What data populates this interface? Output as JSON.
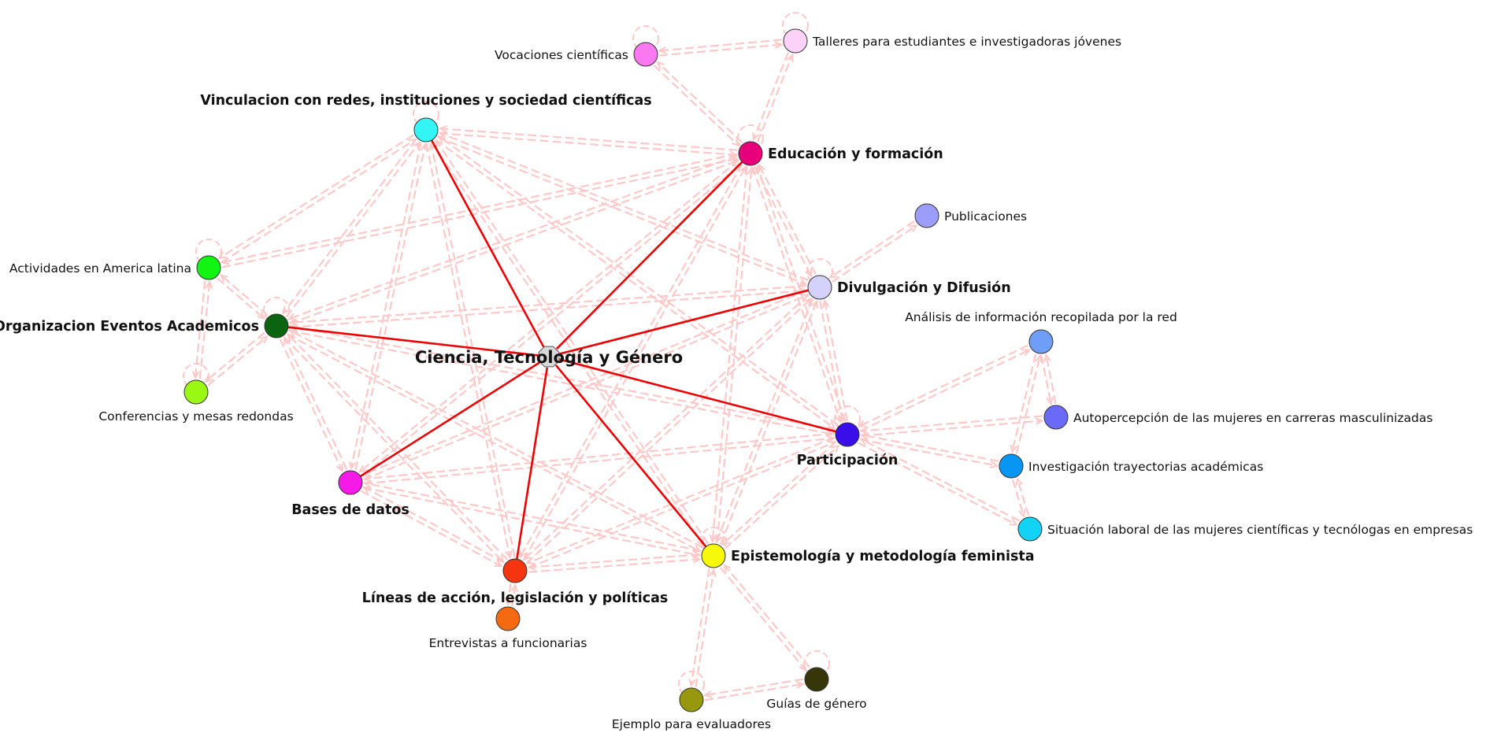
{
  "graph": {
    "colors": {
      "background": "#ffffff",
      "spoke_edge": "#ee0000",
      "dashed_edge": "#ffc8c8",
      "center_node": "#d8d8d8"
    },
    "center": {
      "id": "ctg",
      "label": "Ciencia, Tecnología y Género"
    },
    "nodes": [
      {
        "id": "vinc",
        "label": "Vinculacion con redes, instituciones y sociedad científicas",
        "color": "#33f5f5",
        "bold": true
      },
      {
        "id": "educ",
        "label": "Educación y formación",
        "color": "#e8007a",
        "bold": true
      },
      {
        "id": "divu",
        "label": "Divulgación y Difusión",
        "color": "#d4d2fa",
        "bold": true
      },
      {
        "id": "orga",
        "label": "Organizacion Eventos Academicos",
        "color": "#0a6410",
        "bold": true
      },
      {
        "id": "part",
        "label": "Participación",
        "color": "#3a0ee8",
        "bold": true
      },
      {
        "id": "base",
        "label": "Bases de datos",
        "color": "#f51ae8",
        "bold": true
      },
      {
        "id": "line",
        "label": "Líneas de acción, legislación y políticas",
        "color": "#f53410",
        "bold": true
      },
      {
        "id": "epis",
        "label": "Epistemología y metodología feminista",
        "color": "#f8f80a",
        "bold": true
      },
      {
        "id": "voca",
        "label": "Vocaciones científicas",
        "color": "#fa78f0",
        "bold": false
      },
      {
        "id": "tall",
        "label": "Talleres para estudiantes e investigadoras jóvenes",
        "color": "#fcd2f8",
        "bold": false
      },
      {
        "id": "publ",
        "label": "Publicaciones",
        "color": "#9c9cfa",
        "bold": false
      },
      {
        "id": "acti",
        "label": "Actividades en America latina",
        "color": "#12f512",
        "bold": false
      },
      {
        "id": "conf",
        "label": "Conferencias y mesas redondas",
        "color": "#9af812",
        "bold": false
      },
      {
        "id": "anal",
        "label": "Análisis de información recopilada por la red",
        "color": "#6e9ef8",
        "bold": false
      },
      {
        "id": "auto",
        "label": "Autopercepción de las mujeres en  carreras masculinizadas",
        "color": "#6a6af8",
        "bold": false
      },
      {
        "id": "inve",
        "label": "Investigación trayectorias académicas",
        "color": "#0896f5",
        "bold": false
      },
      {
        "id": "situ",
        "label": "Situación laboral de las mujeres científicas y  tecnólogas en empresas",
        "color": "#12d2f5",
        "bold": false
      },
      {
        "id": "entr",
        "label": "Entrevistas a funcionarias",
        "color": "#f56a10",
        "bold": false
      },
      {
        "id": "guia",
        "label": "Guías de género",
        "color": "#363608",
        "bold": false
      },
      {
        "id": "ejem",
        "label": "Ejemplo para evaluadores",
        "color": "#98980e",
        "bold": false
      }
    ],
    "spoke_edges": [
      [
        "ctg",
        "vinc"
      ],
      [
        "ctg",
        "educ"
      ],
      [
        "ctg",
        "divu"
      ],
      [
        "ctg",
        "orga"
      ],
      [
        "ctg",
        "part"
      ],
      [
        "ctg",
        "base"
      ],
      [
        "ctg",
        "line"
      ],
      [
        "ctg",
        "epis"
      ]
    ],
    "dashed_edges": [
      [
        "vinc",
        "educ"
      ],
      [
        "vinc",
        "divu"
      ],
      [
        "vinc",
        "orga"
      ],
      [
        "vinc",
        "part"
      ],
      [
        "vinc",
        "base"
      ],
      [
        "vinc",
        "line"
      ],
      [
        "vinc",
        "epis"
      ],
      [
        "vinc",
        "acti"
      ],
      [
        "educ",
        "divu"
      ],
      [
        "educ",
        "orga"
      ],
      [
        "educ",
        "part"
      ],
      [
        "educ",
        "base"
      ],
      [
        "educ",
        "line"
      ],
      [
        "educ",
        "epis"
      ],
      [
        "educ",
        "voca"
      ],
      [
        "educ",
        "tall"
      ],
      [
        "educ",
        "acti"
      ],
      [
        "divu",
        "orga"
      ],
      [
        "divu",
        "part"
      ],
      [
        "divu",
        "base"
      ],
      [
        "divu",
        "line"
      ],
      [
        "divu",
        "epis"
      ],
      [
        "divu",
        "publ"
      ],
      [
        "orga",
        "part"
      ],
      [
        "orga",
        "base"
      ],
      [
        "orga",
        "line"
      ],
      [
        "orga",
        "epis"
      ],
      [
        "orga",
        "acti"
      ],
      [
        "orga",
        "conf"
      ],
      [
        "part",
        "base"
      ],
      [
        "part",
        "line"
      ],
      [
        "part",
        "epis"
      ],
      [
        "part",
        "anal"
      ],
      [
        "part",
        "auto"
      ],
      [
        "part",
        "inve"
      ],
      [
        "part",
        "situ"
      ],
      [
        "base",
        "line"
      ],
      [
        "base",
        "epis"
      ],
      [
        "line",
        "epis"
      ],
      [
        "line",
        "entr"
      ],
      [
        "epis",
        "guia"
      ],
      [
        "epis",
        "ejem"
      ],
      [
        "voca",
        "tall"
      ],
      [
        "acti",
        "conf"
      ],
      [
        "anal",
        "auto"
      ],
      [
        "anal",
        "inve"
      ],
      [
        "inve",
        "situ"
      ],
      [
        "guia",
        "ejem"
      ]
    ],
    "self_loops": [
      "vinc",
      "educ",
      "divu",
      "orga",
      "part",
      "epis",
      "voca",
      "tall",
      "acti",
      "conf",
      "guia",
      "ejem"
    ]
  }
}
